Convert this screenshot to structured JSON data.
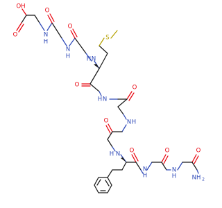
{
  "molecule": {
    "atoms": [
      {
        "id": "oh",
        "text": "OH",
        "element": "O"
      },
      {
        "id": "o1",
        "text": "O",
        "element": "O"
      },
      {
        "id": "n1",
        "text": "N",
        "element": "N"
      },
      {
        "id": "h1",
        "text": "H",
        "element": "N"
      },
      {
        "id": "o2",
        "text": "O",
        "element": "O"
      },
      {
        "id": "hn2",
        "text": "H",
        "element": "N"
      },
      {
        "id": "n2",
        "text": "N",
        "element": "N"
      },
      {
        "id": "o3",
        "text": "O",
        "element": "O"
      },
      {
        "id": "h3",
        "text": "H",
        "element": "N"
      },
      {
        "id": "n3",
        "text": "N",
        "element": "N"
      },
      {
        "id": "s1",
        "text": "S",
        "element": "S"
      },
      {
        "id": "o4",
        "text": "O",
        "element": "O"
      },
      {
        "id": "n4",
        "text": "N",
        "element": "N"
      },
      {
        "id": "h4",
        "text": "H",
        "element": "N"
      },
      {
        "id": "o5",
        "text": "O",
        "element": "O"
      },
      {
        "id": "n5",
        "text": "N",
        "element": "N"
      },
      {
        "id": "h5",
        "text": "H",
        "element": "N"
      },
      {
        "id": "o6",
        "text": "O",
        "element": "O"
      },
      {
        "id": "n6",
        "text": "N",
        "element": "N"
      },
      {
        "id": "h6",
        "text": "H",
        "element": "N"
      },
      {
        "id": "o7",
        "text": "O",
        "element": "O"
      },
      {
        "id": "n7",
        "text": "N",
        "element": "N"
      },
      {
        "id": "h7",
        "text": "H",
        "element": "N"
      },
      {
        "id": "o8",
        "text": "O",
        "element": "O"
      },
      {
        "id": "n8",
        "text": "N",
        "element": "N"
      },
      {
        "id": "h8",
        "text": "H",
        "element": "N"
      },
      {
        "id": "o9",
        "text": "O",
        "element": "O"
      },
      {
        "id": "nh2",
        "text": "NH",
        "element": "N"
      },
      {
        "id": "nh2sub",
        "text": "2",
        "element": "N"
      }
    ],
    "colors": {
      "carbon": "#1a1a1a",
      "oxygen": "#e8000b",
      "nitrogen": "#2e49b8",
      "sulfur": "#b5a100"
    }
  }
}
